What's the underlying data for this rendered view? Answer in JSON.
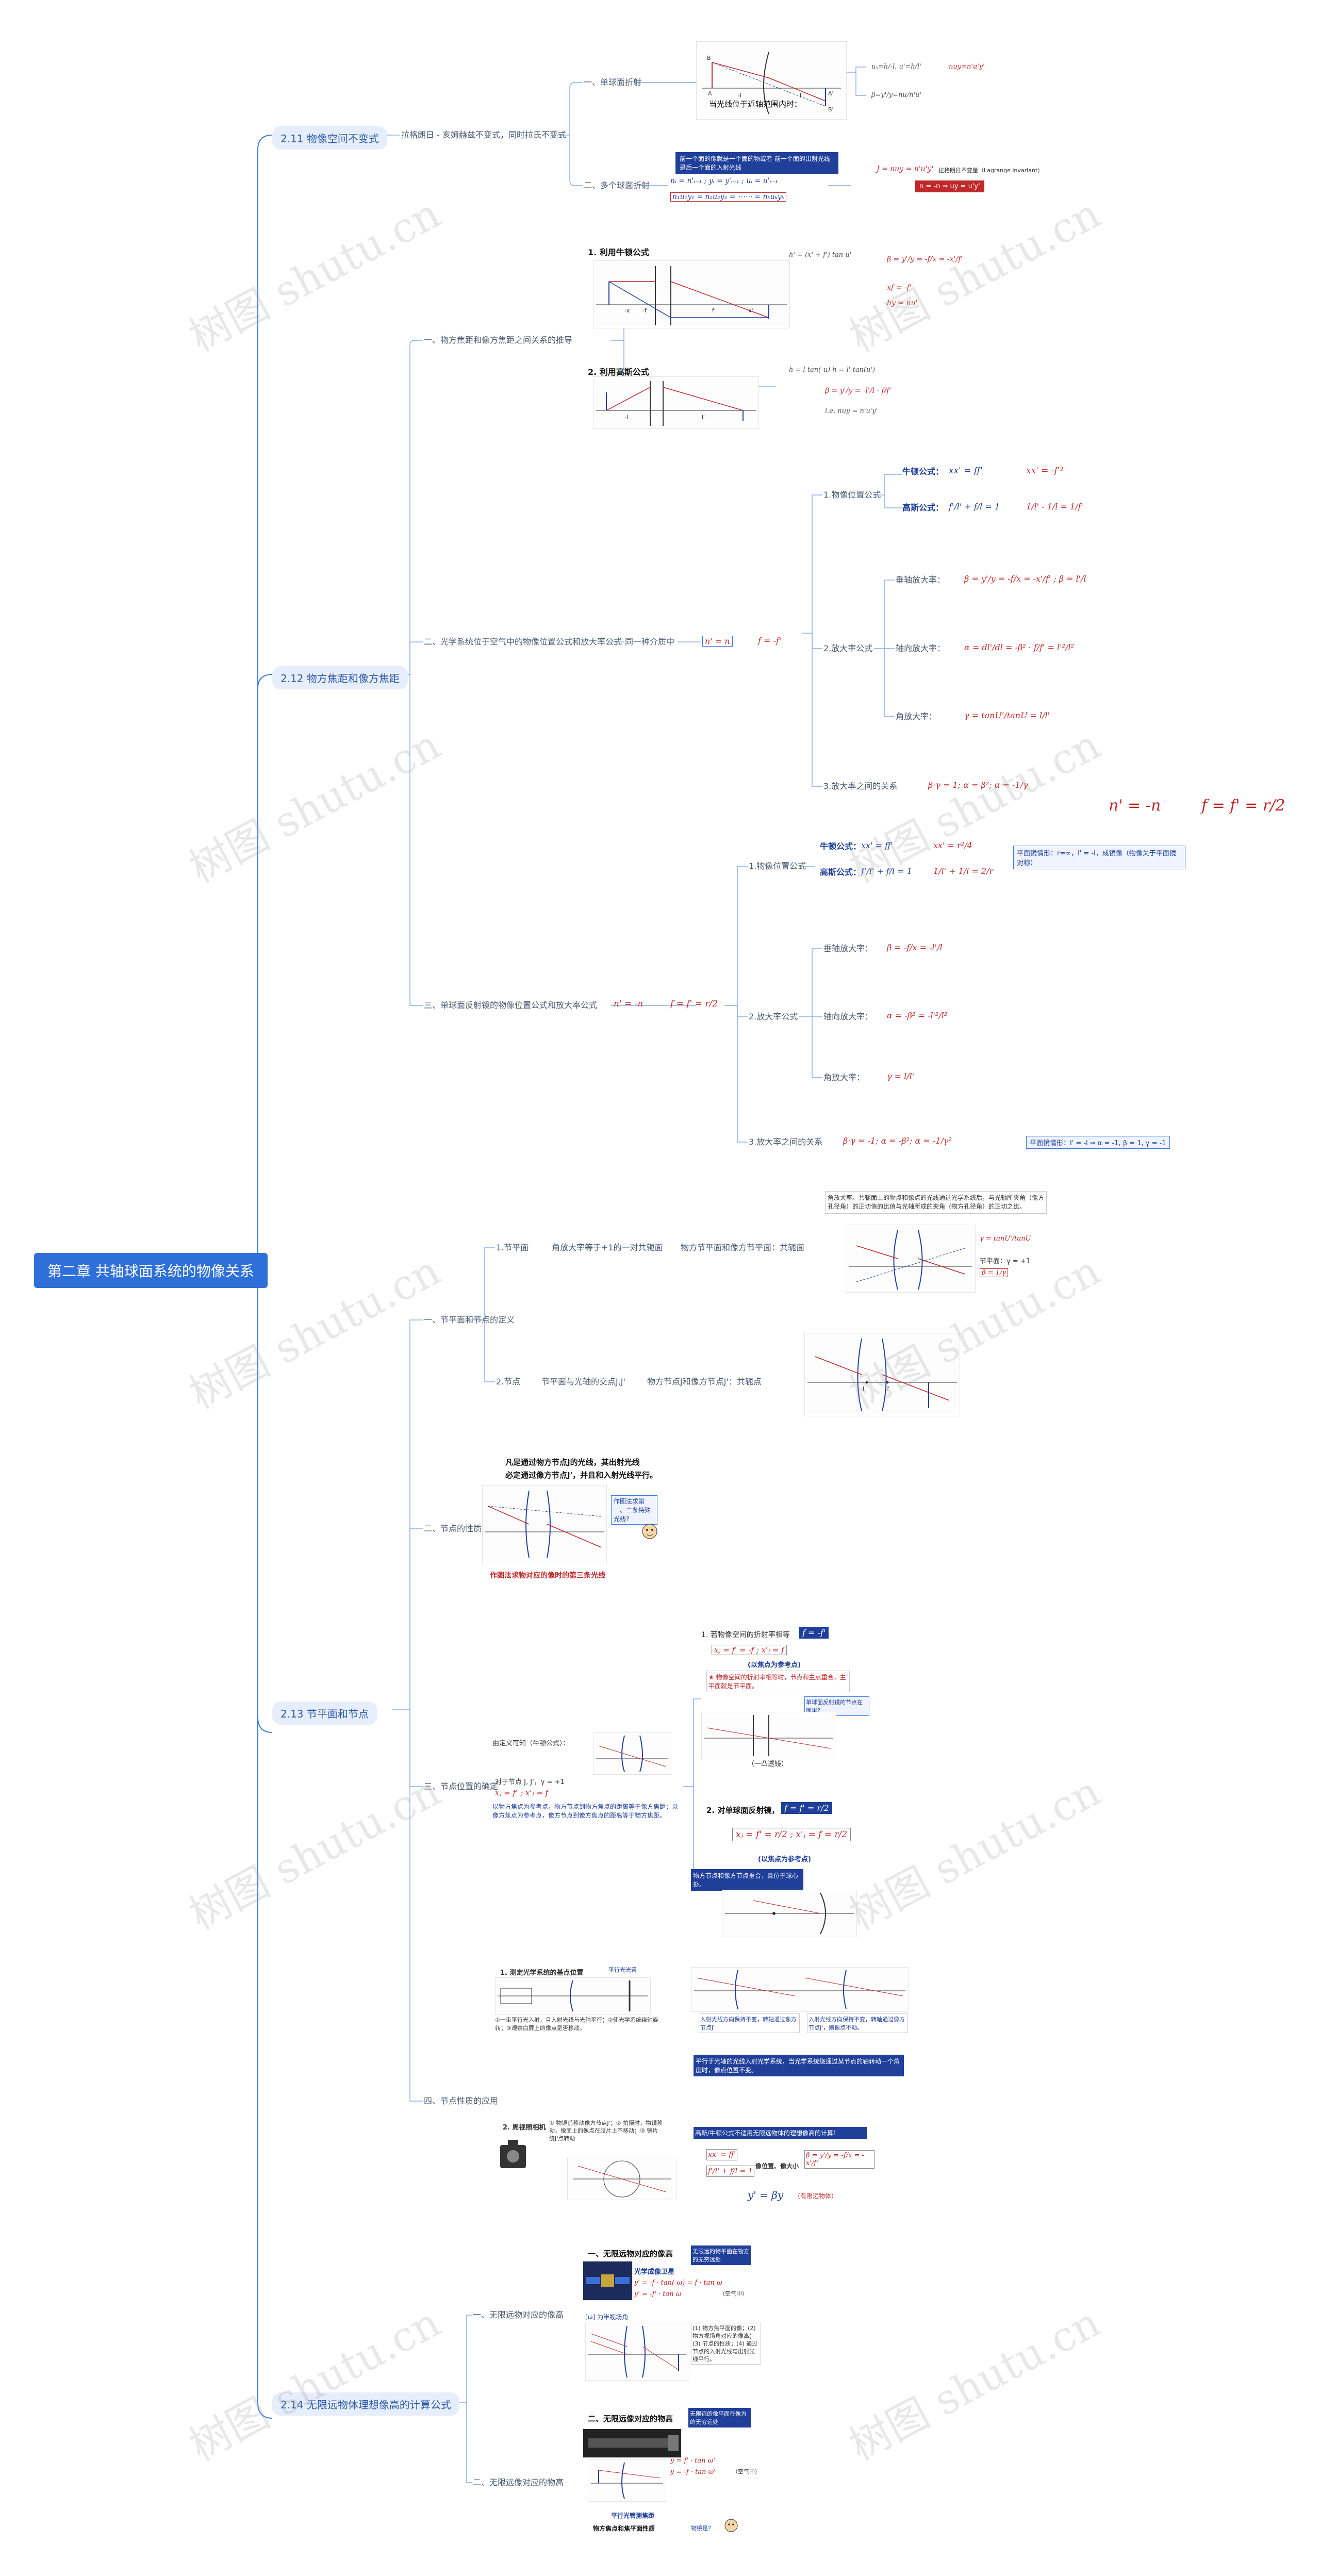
{
  "root": "第二章 共轴球面系统的物像关系",
  "watermark": "树图 shutu.cn",
  "sections": {
    "s211": {
      "title": "2.11 物像空间不变式",
      "desc": "拉格朗日 - 亥姆赫兹不变式，同时拉氏不变式",
      "sub1": "一、单球面折射",
      "sub1_caption": "当光线位于近轴范围内时：",
      "sub1_f1": "uₓ=h/-l, u'=h/l'",
      "sub1_f2": "nuy=n'u'y'",
      "sub1_f3": "β=y'/y=nu/n'u'",
      "sub2": "二、多个球面折射",
      "sub2_box": "前一个面的像就是一个面的物或者 前一个面的出射光线是后一个面的入射光线",
      "sub2_f1": "nᵢ = n'ᵢ₋₁ ;  yᵢ = y'ᵢ₋₁ ;  uᵢ = u'ᵢ₋₁",
      "sub2_f2": "n₁u₁y₁ = n₂u₂y₂ = ⋯⋯ = nₖuₖyₖ",
      "sub2_f3": "J = nuy = n'u'y'",
      "sub2_f3_label": "拉格朗日不变量（Lagrange invariant）",
      "sub2_f4": "n = -n  ⇒ uy = u'y'"
    },
    "s212": {
      "title": "2.12 物方焦距和像方焦距",
      "sub1": "一、物方焦距和像方焦距之间关系的推导",
      "sub1_a": "1. 利用牛顿公式",
      "sub1_b": "2. 利用高斯公式",
      "sub1_f1": "β = y'/y = -f/x = -x'/f'",
      "sub1_f2": "h' = (x' + f') tan u'",
      "sub1_f3": "xf = -f'",
      "sub1_f4": "hy = nu'",
      "sub1_g1": "h = l tan(-u)    h = l' tan(u')",
      "sub1_g2": "β = y'/y = -l'/l · f/f'",
      "sub1_g3": "i.e. nuy = n'u'y'",
      "sub2": "二、光学系统位于空气中的物像位置公式和放大率公式",
      "sub2_link": "同一种介质中",
      "sub2_eq": "n' = n",
      "sub2_eq2": "f = -f'",
      "pos": "1.物像位置公式",
      "newton": "牛顿公式：",
      "newton_eq": "xx' = ff'",
      "newton_res": "xx' = -f'²",
      "gauss": "高斯公式：",
      "gauss_eq": "f'/l' + f/l = 1",
      "gauss_res": "1/l' - 1/l = 1/f'",
      "mag": "2.放大率公式",
      "m1": "垂轴放大率：",
      "m1_eq": "β = y'/y = -f/x = -x'/f' ; β = l'/l",
      "m2": "轴向放大率：",
      "m2_eq": "α = dl'/dl = -β² · f/f' = l'²/l²",
      "m3": "角放大率：",
      "m3_eq": "γ = tanU'/tanU = l/l'",
      "rel": "3.放大率之间的关系",
      "rel_eq": "β·γ = 1;  α = β²;  α = -1/γ",
      "sub3": "三、单球面反射镜的物像位置公式和放大率公式",
      "sub3_eq1": "n' = -n",
      "sub3_eq2": "f = f' = r/2",
      "r_pos": "1.物像位置公式",
      "r_newton": "牛顿公式：",
      "r_newton_eq": "xx' = ff'",
      "r_newton_res": "xx' = r²/4",
      "r_gauss": "高斯公式：",
      "r_gauss_eq": "f'/l' + f/l = 1",
      "r_gauss_res": "1/l' + 1/l = 2/r",
      "r_note": "平面镜情形：r=∞，l' = -l，成镜像（物像关于平面镜对称）",
      "r_mag": "2.放大率公式",
      "r_m1": "垂轴放大率：",
      "r_m1_eq": "β = -f/x = -l'/l",
      "r_m2": "轴向放大率：",
      "r_m2_eq": "α = -β² = -l'²/l²",
      "r_m3": "角放大率：",
      "r_m3_eq": "γ = l/l'",
      "r_rel": "3.放大率之间的关系",
      "r_rel_eq": "β·γ = -1;  α = -β²;  α = -1/γ²",
      "r_rel_note": "平面镜情形：l' = -l ⇒ α = -1, β = 1, γ = -1",
      "float_eq1": "n' = -n",
      "float_eq2": "f = f' = r/2"
    },
    "s213": {
      "title": "2.13 节平面和节点",
      "sub1": "一、节平面和节点的定义",
      "a1": "1.节平面",
      "a1_d1": "角放大率等于+1的一对共轭面",
      "a1_d2": "物方节平面和像方节平面：共轭面",
      "a1_box": "角放大率。共轭面上的物点和像点的光线通过光学系统后，与光轴所夹角（像方孔径角）的正切值的比值与光轴所成的夹角（物方孔径角）的正切之比。",
      "a1_eq1": "γ = tanU'/tanU",
      "a1_eq2": "节平面：γ = +1",
      "a1_eq3": "β = 1/γ",
      "a2": "2.节点",
      "a2_d1": "节平面与光轴的交点J,J'",
      "a2_d2": "物方节点J和像方节点J'：共轭点",
      "sub2": "二、节点的性质",
      "p_text1": "凡是通过物方节点J的光线，其出射光线",
      "p_text2": "必定通过像方节点J'，并且和入射光线平行。",
      "p_q": "作图法求第一、二条特殊光线?",
      "p_cap": "作图法求物对应的像时的第三条光线",
      "sub3": "三、节点位置的确定",
      "c1": "1. 若物像空间的折射率相等",
      "c1_eq": "f = -f'",
      "c1_eqs": "xⱼ = f' = -f ;  x'ⱼ = f",
      "c1_ref": "(以焦点为参考点)",
      "c1_box": "★ 物像空间的折射率相等时，节点和主点重合，主平面就是节平面。",
      "c1_q": "单球面反射镜的节点在哪里?",
      "c1_alt": "（一凸透镜）",
      "c2": "2. 对单球面反射镜，",
      "c2_eq": "f = f' = r/2",
      "c2_eqs": "xⱼ = f' = r/2 ;  x'ⱼ = f = r/2",
      "c2_ref": "(以焦点为参考点)",
      "c2_box": "物方节点和像方节点重合，且位于球心处。",
      "left_t": "由定义可知（牛顿公式）：",
      "left_t2": "对于节点 J, J'，γ = +1",
      "left_t3": "xⱼ = f' ;  x'ⱼ = f",
      "left_note": "以物方焦点为参考点，物方节点到物方焦点的距离等于像方焦距；以像方焦点为参考点，像方节点到像方焦点的距离等于物方焦距。",
      "sub4": "四、节点性质的应用",
      "u1": "1. 测定光学系统的基点位置",
      "u1_sub": "平行光光管",
      "u1_items": "①一束平行光入射，且入射光线与光轴平行；②使光学系统绕轴旋转；③观察白屏上的像点是否移动。",
      "u1_box1": "入射光线方向保持不变，转轴通过像方节点J'",
      "u1_box2": "入射光线方向保持不变，转轴通过像方节点J'，则像点不动。",
      "u1_box3": "平行于光轴的光线入射光学系统，当光学系统绕通过某节点的轴转动一个角度时，像点位置不变。",
      "u2": "2. 周视照相机",
      "u2_items": "① 物镜前移动像方节点J'；② 拍摄时，物镜移动，像面上的像点在胶片上不移动；③ 镜片绕J'点转动",
      "u2_cap": "高斯/牛顿公式不适用无限远物体的理想像高的计算！",
      "u2_eq1": "xx' = ff'",
      "u2_eq2": "f'/l' + f/l = 1",
      "u2_eq3": "像位置、像大小",
      "u2_eq4": "β = y'/y = -f/x = -x'/f'",
      "u2_eq5": "y' = βy",
      "u2_eq6": "（有限远物体）"
    },
    "s214": {
      "title": "2.14 无限远物体理想像高的计算公式",
      "sub1": "一、无限远物对应的像高",
      "t1_title": "一、无限远物对应的像高",
      "t1_box": "无限远的物平面在物方的无穷远处",
      "t1_cap": "光学成像卫星",
      "t1_eq1": "y' = -f · tan(-ω) = f · tan ω",
      "t1_eq2": "y' = -f' · tan ω",
      "t1_air": "（空气中）",
      "t1_diag": "[ω] 为半视场角",
      "t1_list": "(1) 物方焦平面的像；(2) 物方视场角对应的像高；(3) 节点的性质；(4) 通过节点的入射光线与出射光线平行。",
      "sub2": "二、无限远像对应的物高",
      "t2_title": "二、无限远像对应的物高",
      "t2_box": "无限远的像平面在像方的无穷远处",
      "t2_eq1": "y = f' · tan ω'",
      "t2_eq2": "y = -f · tan ω'",
      "t2_air": "（空气中）",
      "t2_cap1": "平行光管测焦距",
      "t2_cap2": "物方焦点和焦平面性质",
      "t2_q": "物镜是？"
    }
  }
}
